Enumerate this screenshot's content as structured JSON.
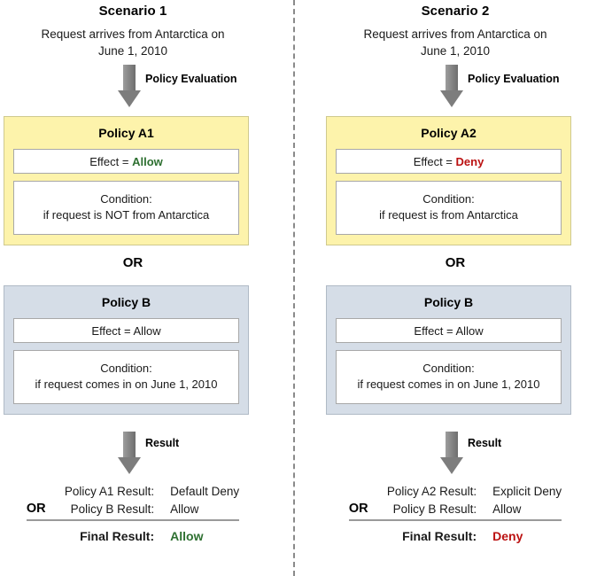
{
  "diagram": {
    "title_hidden": "",
    "divider": "vertical-dashed-separator"
  },
  "colors": {
    "allow_green": "#2e7031",
    "deny_red": "#bb1111",
    "policy_a_fill": "#fdf3ab",
    "policy_b_fill": "#d5dde7",
    "arrow_gray": "#7d7d7d"
  },
  "scenarios": [
    {
      "title": "Scenario 1",
      "request": "Request arrives from Antarctica on\nJune 1, 2010",
      "request_line1": "Request arrives from Antarctica on",
      "request_line2": "June 1, 2010",
      "eval_arrow_label": "Policy Evaluation",
      "policy_a": {
        "name": "Policy A1",
        "effect_prefix": "Effect = ",
        "effect_value": "Allow",
        "effect_value_class": "allow",
        "condition_line1": "Condition:",
        "condition_line2": "if request is NOT from Antarctica"
      },
      "or_label": "OR",
      "policy_b": {
        "name": "Policy B",
        "effect_prefix": "Effect = ",
        "effect_value": "Allow",
        "effect_value_class": "plain",
        "condition_line1": "Condition:",
        "condition_line2": "if request comes in on June 1, 2010"
      },
      "result_arrow_label": "Result",
      "results": {
        "or_label": "OR",
        "rows": [
          {
            "label": "Policy A1 Result:",
            "value": "Default Deny"
          },
          {
            "label": "Policy B Result:",
            "value": "Allow"
          }
        ],
        "final_label": "Final Result:",
        "final_value": "Allow",
        "final_value_class": "allow"
      }
    },
    {
      "title": "Scenario 2",
      "request": "Request arrives from Antarctica on\nJune 1, 2010",
      "request_line1": "Request arrives from Antarctica on",
      "request_line2": "June 1, 2010",
      "eval_arrow_label": "Policy Evaluation",
      "policy_a": {
        "name": "Policy A2",
        "effect_prefix": "Effect = ",
        "effect_value": "Deny",
        "effect_value_class": "deny",
        "condition_line1": "Condition:",
        "condition_line2": "if request is from Antarctica"
      },
      "or_label": "OR",
      "policy_b": {
        "name": "Policy B",
        "effect_prefix": "Effect = ",
        "effect_value": "Allow",
        "effect_value_class": "plain",
        "condition_line1": "Condition:",
        "condition_line2": "if request comes in on June 1, 2010"
      },
      "result_arrow_label": "Result",
      "results": {
        "or_label": "OR",
        "rows": [
          {
            "label": "Policy A2 Result:",
            "value": "Explicit Deny"
          },
          {
            "label": "Policy B Result:",
            "value": "Allow"
          }
        ],
        "final_label": "Final Result:",
        "final_value": "Deny",
        "final_value_class": "deny"
      }
    }
  ]
}
